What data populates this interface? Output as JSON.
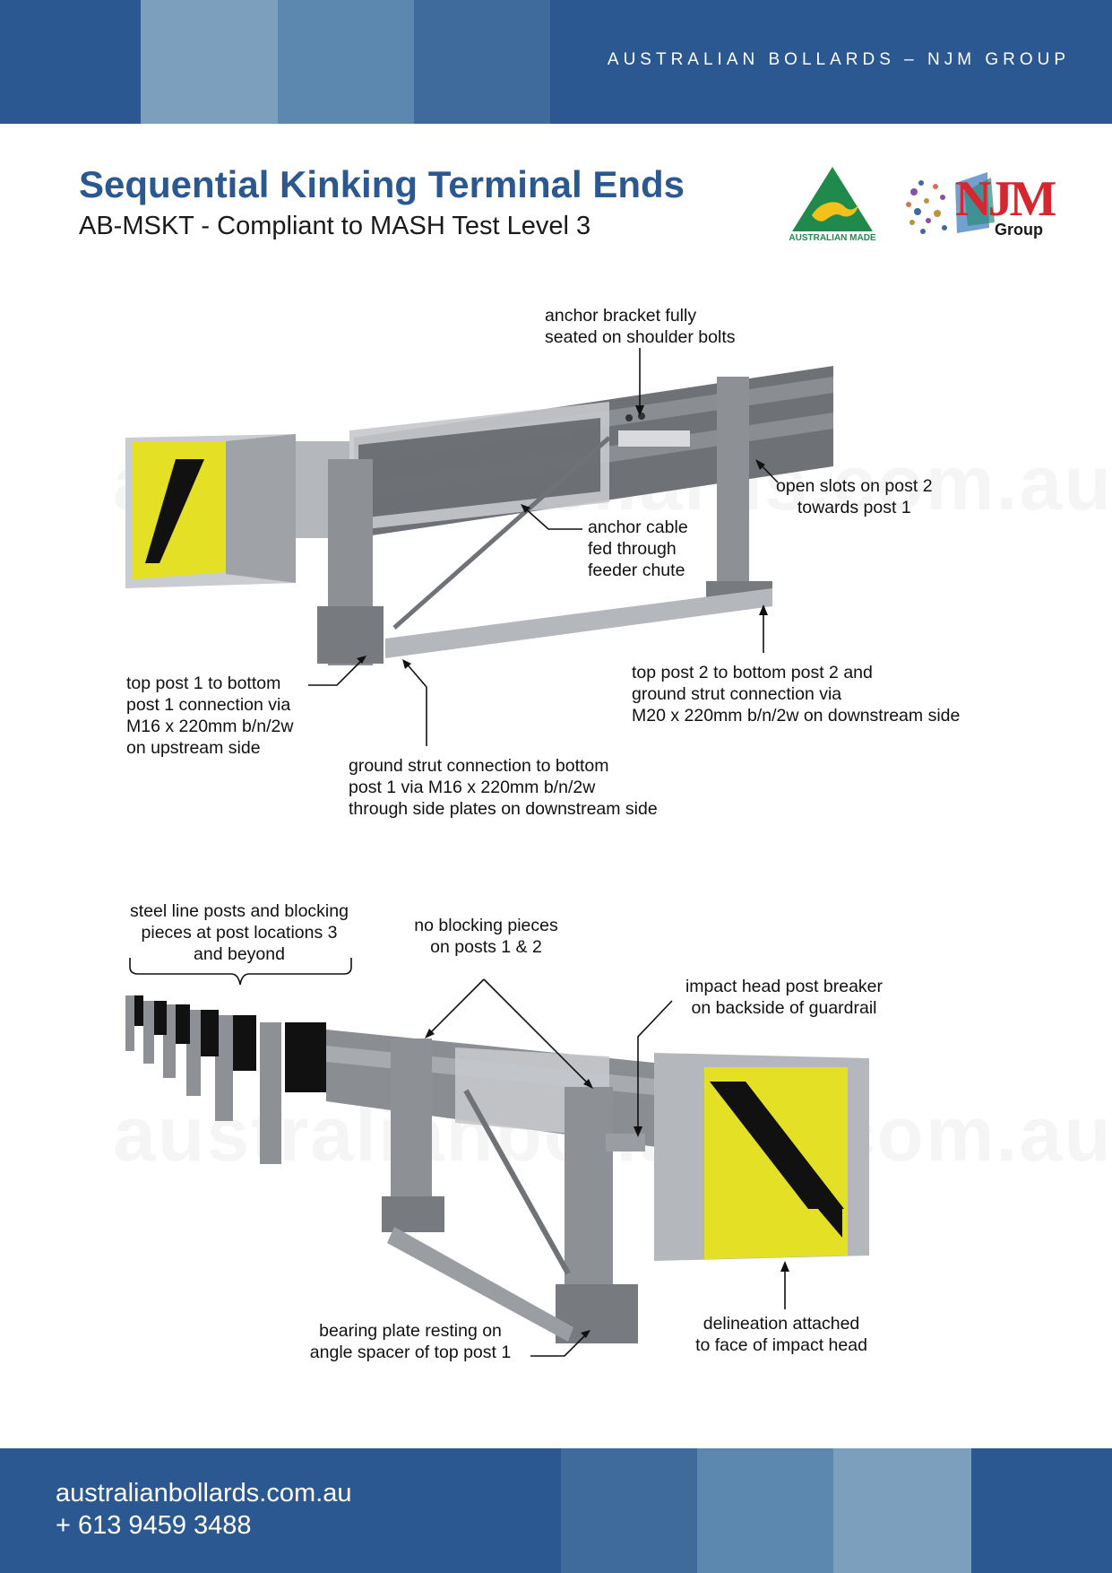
{
  "header": {
    "company": "AUSTRALIAN BOLLARDS – NJM GROUP",
    "colors": {
      "base": "#2b5891",
      "stripe1": "#7c9fbd",
      "stripe2": "#5c87ae",
      "stripe3": "#3f6a9c"
    }
  },
  "title": "Sequential Kinking Terminal Ends",
  "subtitle": "AB-MSKT - Compliant to MASH Test Level 3",
  "logos": {
    "australian_made": {
      "icon": "kangaroo-triangle-icon",
      "text": "AUSTRALIAN MADE"
    },
    "njm": {
      "icon": "njm-group-logo-icon",
      "letters": "NJM",
      "text": "Group"
    }
  },
  "watermark": "australianbollards.com.au",
  "diagram_top": {
    "labels": {
      "anchor_bracket": "anchor bracket fully\nseated on shoulder bolts",
      "open_slots": "open slots on post 2\ntowards post 1",
      "anchor_cable": "anchor cable\nfed through\nfeeder chute",
      "top_post1": "top post 1 to bottom\npost 1 connection via\nM16 x 220mm b/n/2w\non upstream side",
      "top_post2": "top post 2 to bottom post 2 and\nground strut connection via\nM20 x 220mm b/n/2w on downstream side",
      "ground_strut": "ground strut connection to bottom\npost 1 via M16 x 220mm b/n/2w\nthrough side plates on downstream side"
    }
  },
  "diagram_bottom": {
    "labels": {
      "steel_line_posts": "steel line posts and blocking\npieces at post locations 3\nand beyond",
      "no_blocking": "no blocking pieces\non posts 1 & 2",
      "impact_head": "impact head post breaker\non backside of guardrail",
      "bearing_plate": "bearing plate resting on\nangle spacer of top post 1",
      "delineation": "delineation attached\nto face of impact head"
    }
  },
  "footer": {
    "website": "australianbollards.com.au",
    "phone": "+ 613 9459 3488"
  },
  "colors": {
    "accent_yellow": "#e3e026",
    "steel": "#9a9da2"
  }
}
